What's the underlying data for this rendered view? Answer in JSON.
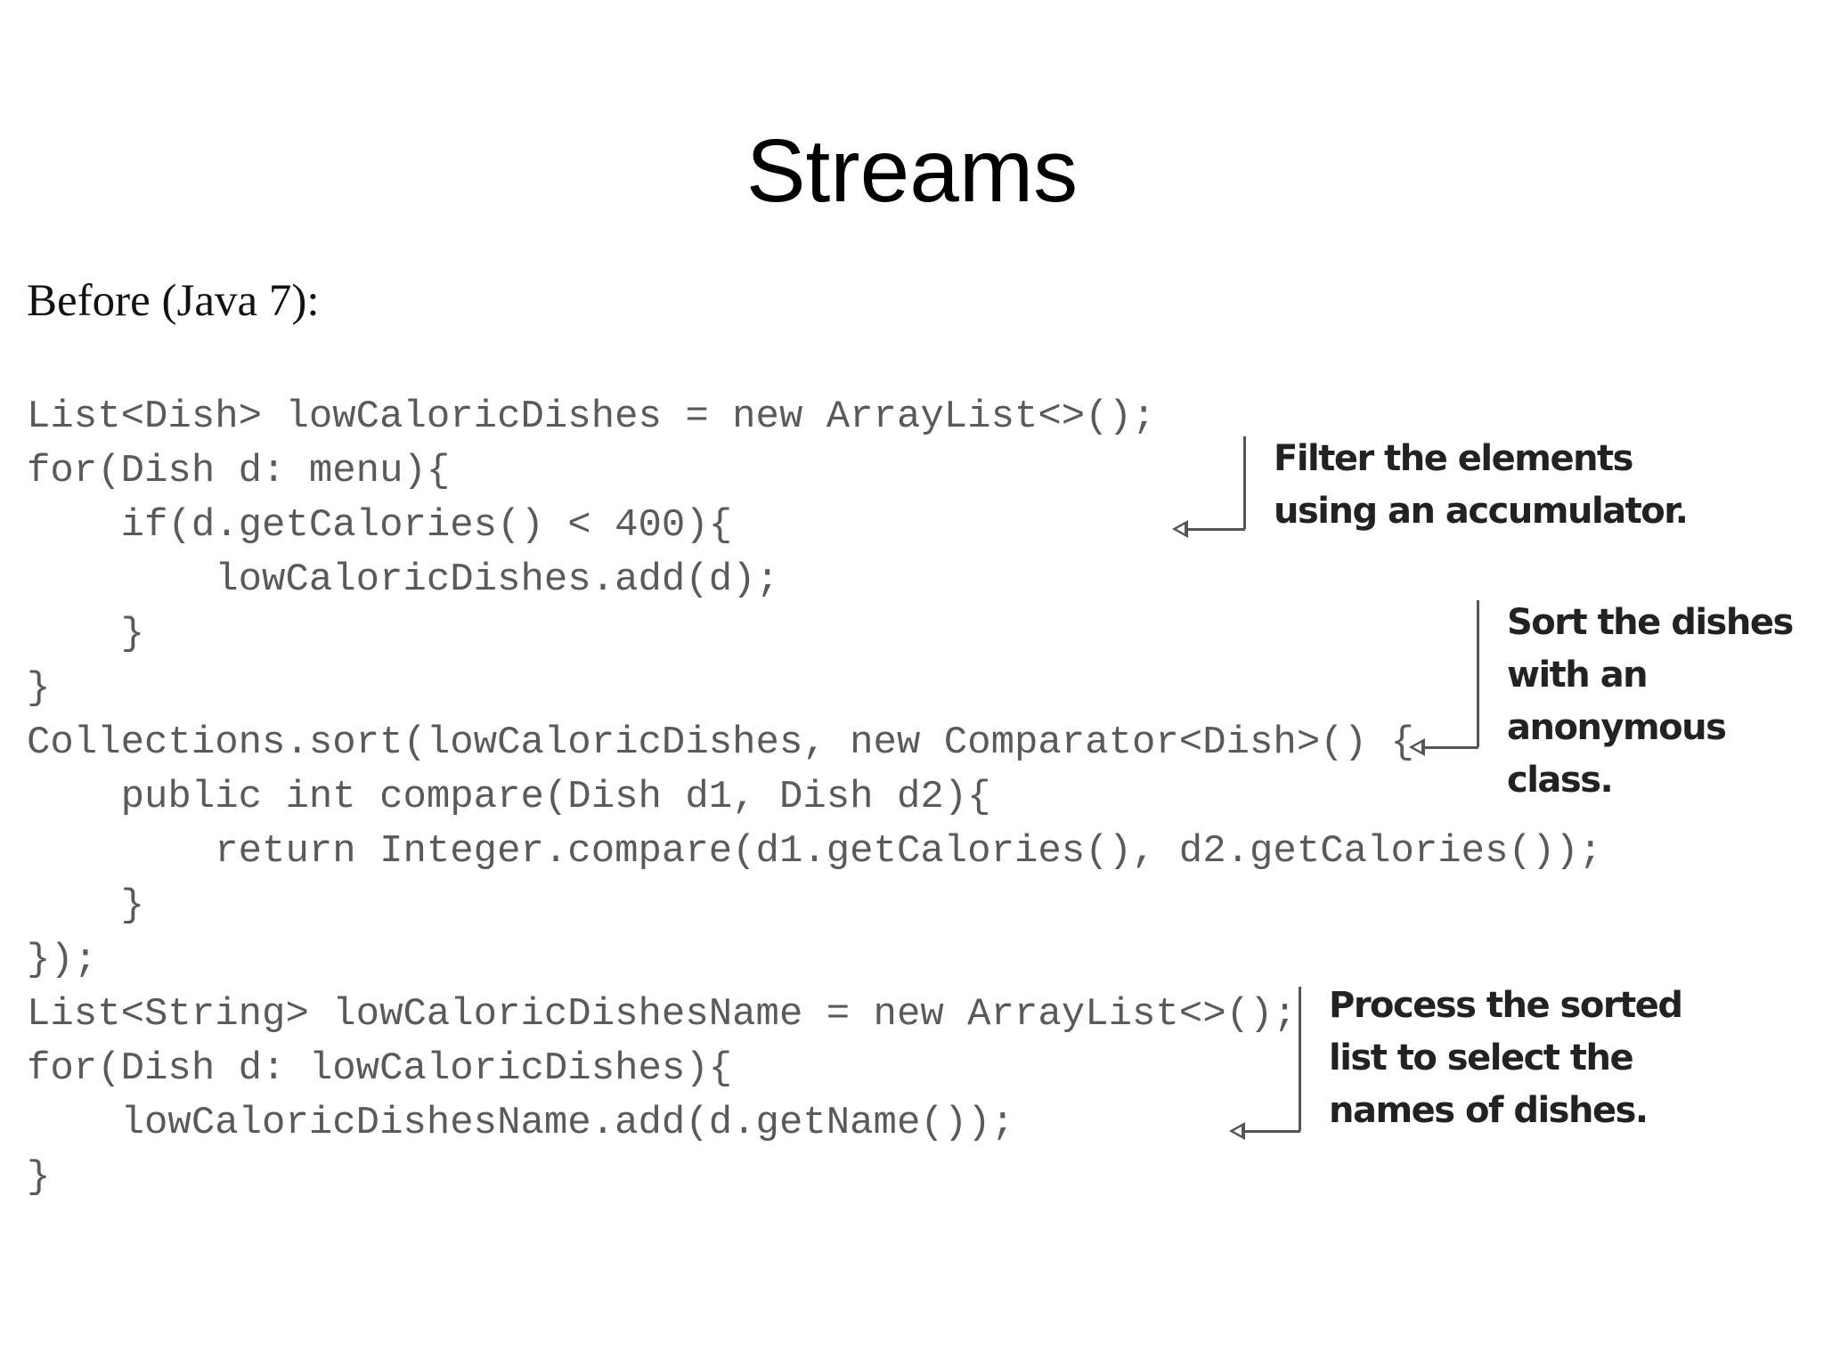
{
  "slide": {
    "title": "Streams",
    "subtitle": "Before (Java 7):"
  },
  "code": {
    "lines": [
      "List<Dish> lowCaloricDishes = new ArrayList<>();",
      "for(Dish d: menu){",
      "    if(d.getCalories() < 400){",
      "        lowCaloricDishes.add(d);",
      "    }",
      "}",
      "Collections.sort(lowCaloricDishes, new Comparator<Dish>() {",
      "    public int compare(Dish d1, Dish d2){",
      "        return Integer.compare(d1.getCalories(), d2.getCalories());",
      "    }",
      "});",
      "List<String> lowCaloricDishesName = new ArrayList<>();",
      "for(Dish d: lowCaloricDishes){",
      "    lowCaloricDishesName.add(d.getName());",
      "}"
    ]
  },
  "annotations": {
    "filter": "Filter the elements\nusing an accumulator.",
    "sort": "Sort the dishes\nwith an anonymous\nclass.",
    "process": "Process the sorted\nlist to select the\nnames of dishes."
  }
}
